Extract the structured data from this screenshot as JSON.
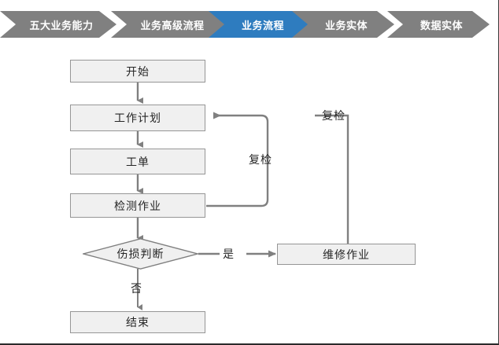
{
  "ribbon": {
    "colors": {
      "inactive": "#808080",
      "active": "#2E7CBF",
      "gap": "#ffffff"
    },
    "steps": [
      {
        "label": "五大业务能力",
        "active": false
      },
      {
        "label": "业务高级流程",
        "active": false
      },
      {
        "label": "业务流程",
        "active": true
      },
      {
        "label": "业务实体",
        "active": false
      },
      {
        "label": "数据实体",
        "active": false
      }
    ]
  },
  "flow": {
    "colors": {
      "box_fill": "#F0F0F0",
      "box_border": "#969696",
      "line": "#808080",
      "text": "#262626"
    },
    "nodes": [
      {
        "id": "start",
        "label": "开始",
        "shape": "rect"
      },
      {
        "id": "plan",
        "label": "工作计划",
        "shape": "rect"
      },
      {
        "id": "order",
        "label": "工单",
        "shape": "rect"
      },
      {
        "id": "inspect",
        "label": "检测作业",
        "shape": "rect"
      },
      {
        "id": "decide",
        "label": "伤损判断",
        "shape": "diamond"
      },
      {
        "id": "repair",
        "label": "维修作业",
        "shape": "rect"
      },
      {
        "id": "end",
        "label": "结束",
        "shape": "rect"
      }
    ],
    "edge_labels": {
      "recheck_outer": "复检",
      "recheck_inner": "复检",
      "yes": "是",
      "no": "否"
    }
  }
}
